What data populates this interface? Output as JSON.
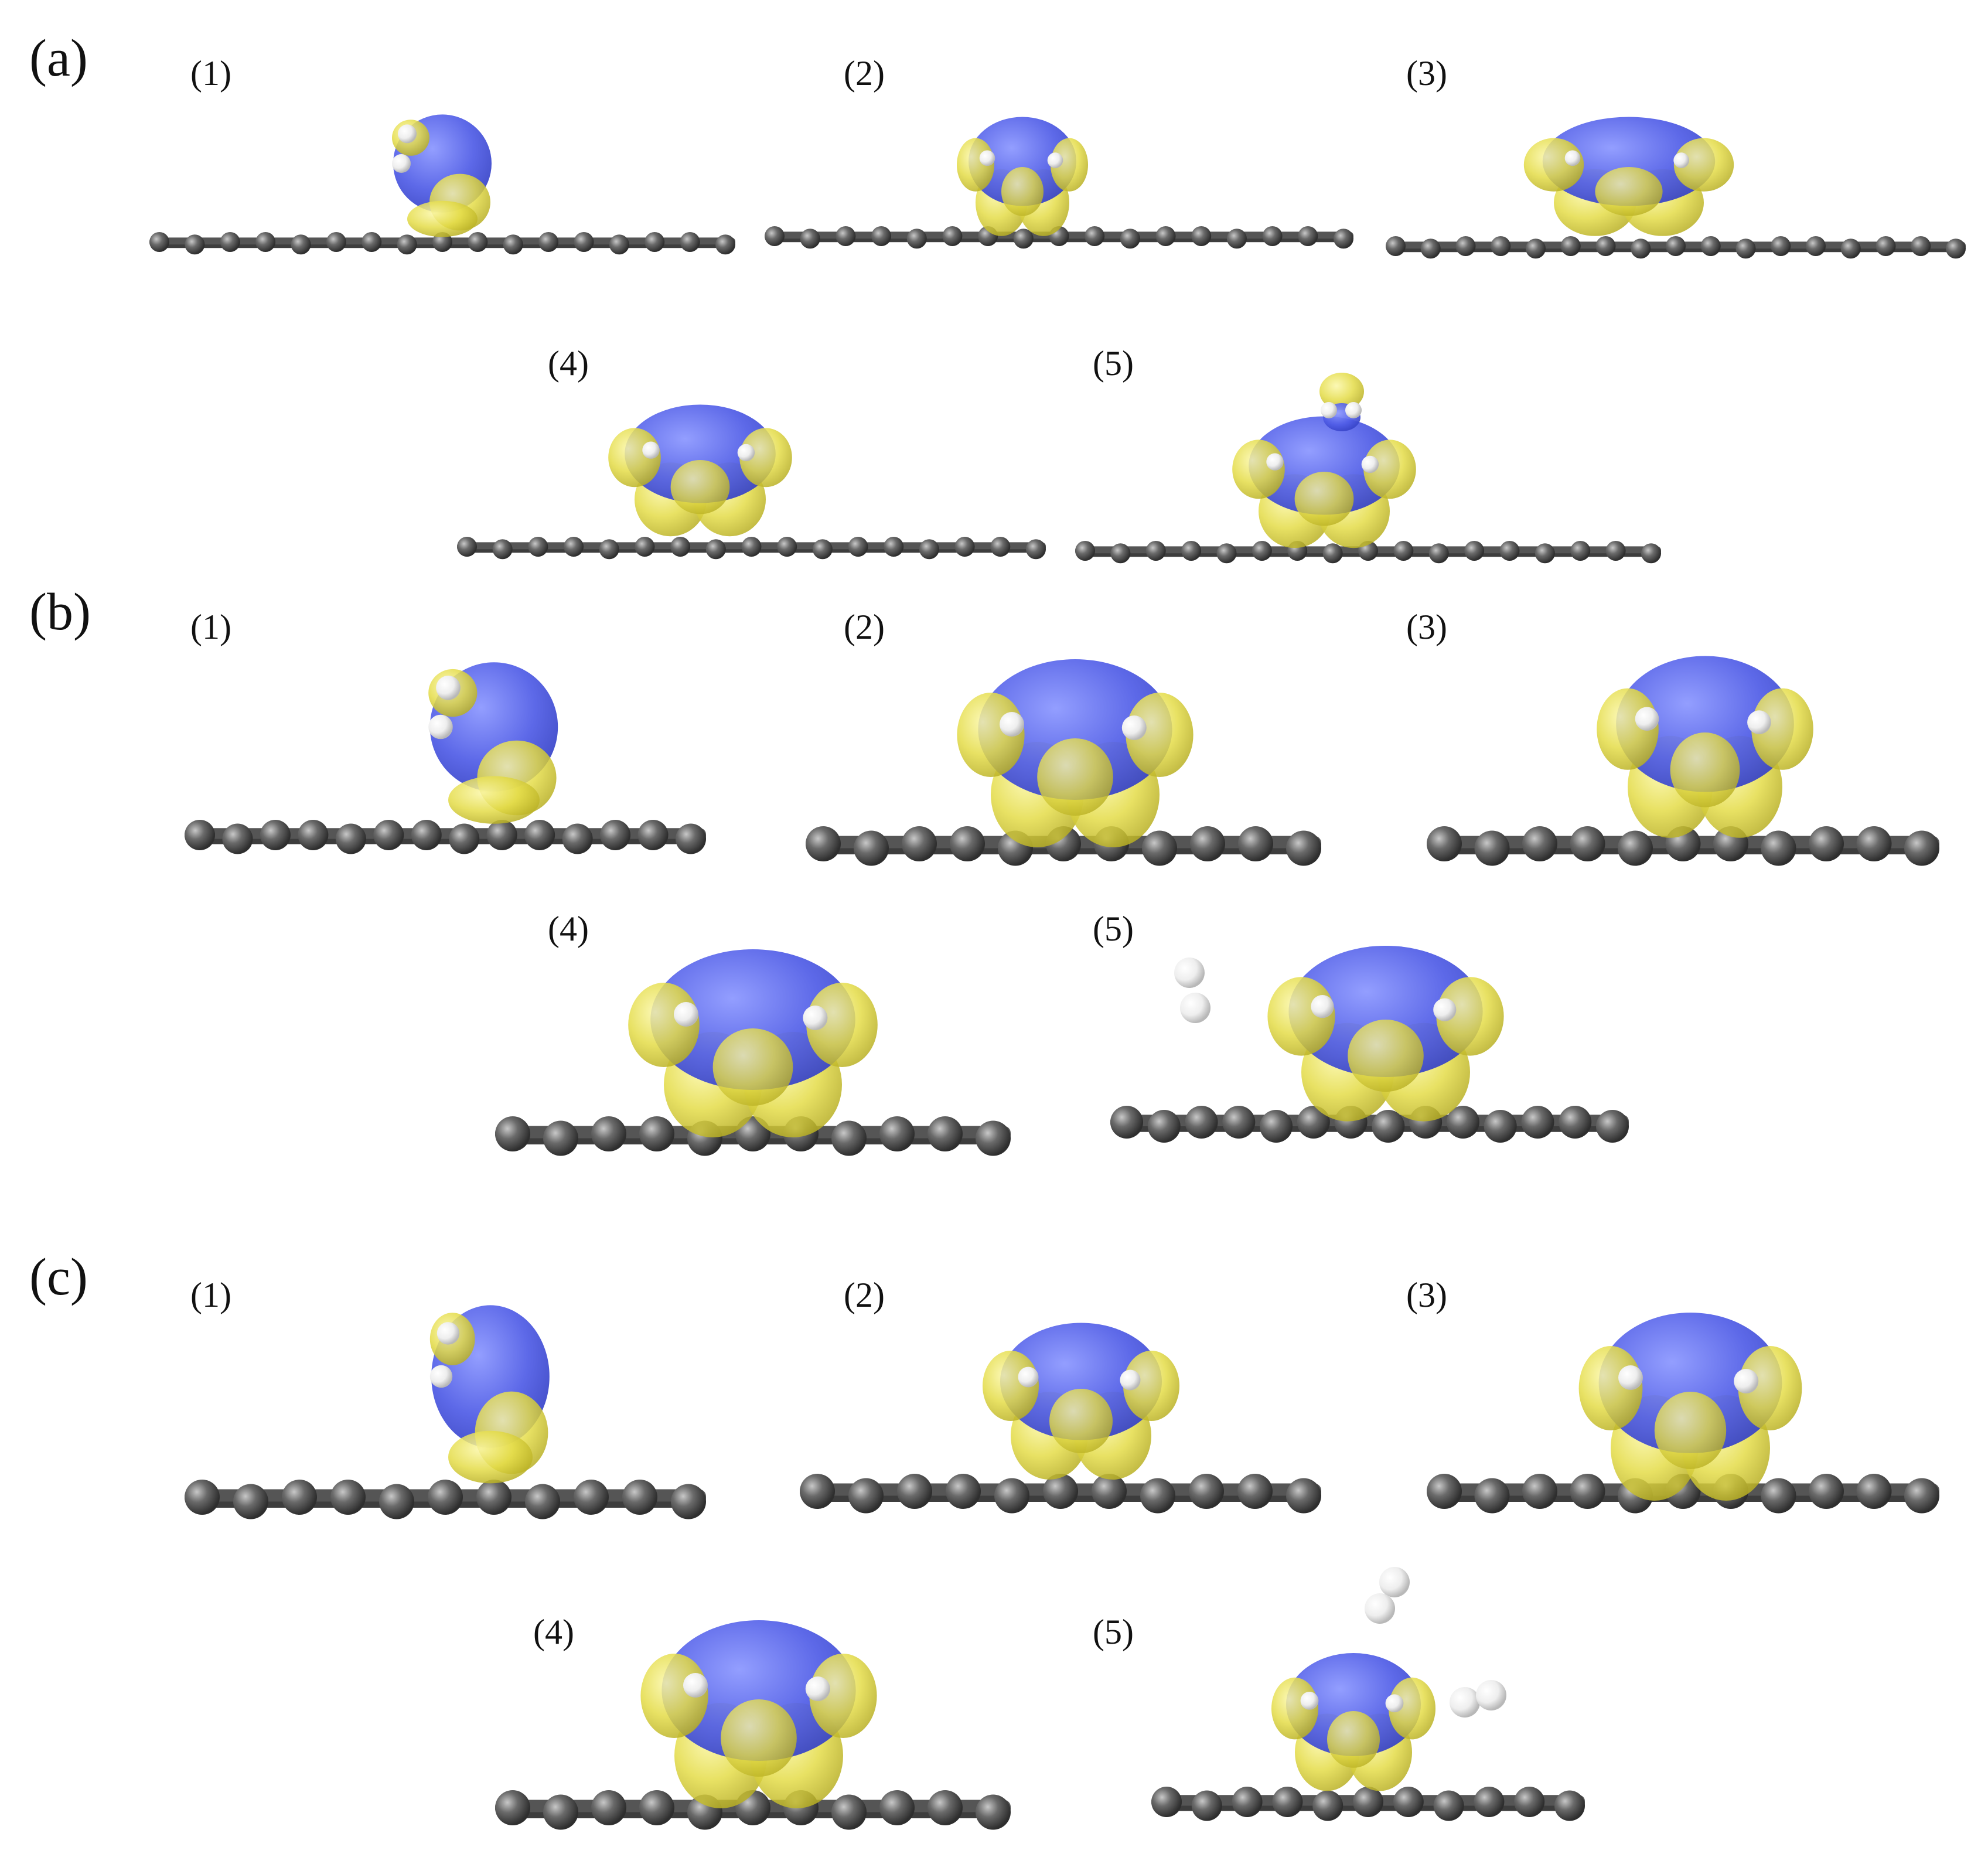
{
  "colors": {
    "blue_lobe": "#5060e8",
    "yellow_lobe": "#e8e24a",
    "carbon_atom": "#5e5e5e",
    "hydrogen_atom": "#f4f4f4"
  },
  "panels": [
    {
      "label": "(a)",
      "subpanels": [
        {
          "label": "(1)"
        },
        {
          "label": "(2)"
        },
        {
          "label": "(3)"
        },
        {
          "label": "(4)"
        },
        {
          "label": "(5)"
        }
      ]
    },
    {
      "label": "(b)",
      "subpanels": [
        {
          "label": "(1)"
        },
        {
          "label": "(2)"
        },
        {
          "label": "(3)"
        },
        {
          "label": "(4)"
        },
        {
          "label": "(5)"
        }
      ]
    },
    {
      "label": "(c)",
      "subpanels": [
        {
          "label": "(1)"
        },
        {
          "label": "(2)"
        },
        {
          "label": "(3)"
        },
        {
          "label": "(4)"
        },
        {
          "label": "(5)"
        }
      ]
    }
  ]
}
